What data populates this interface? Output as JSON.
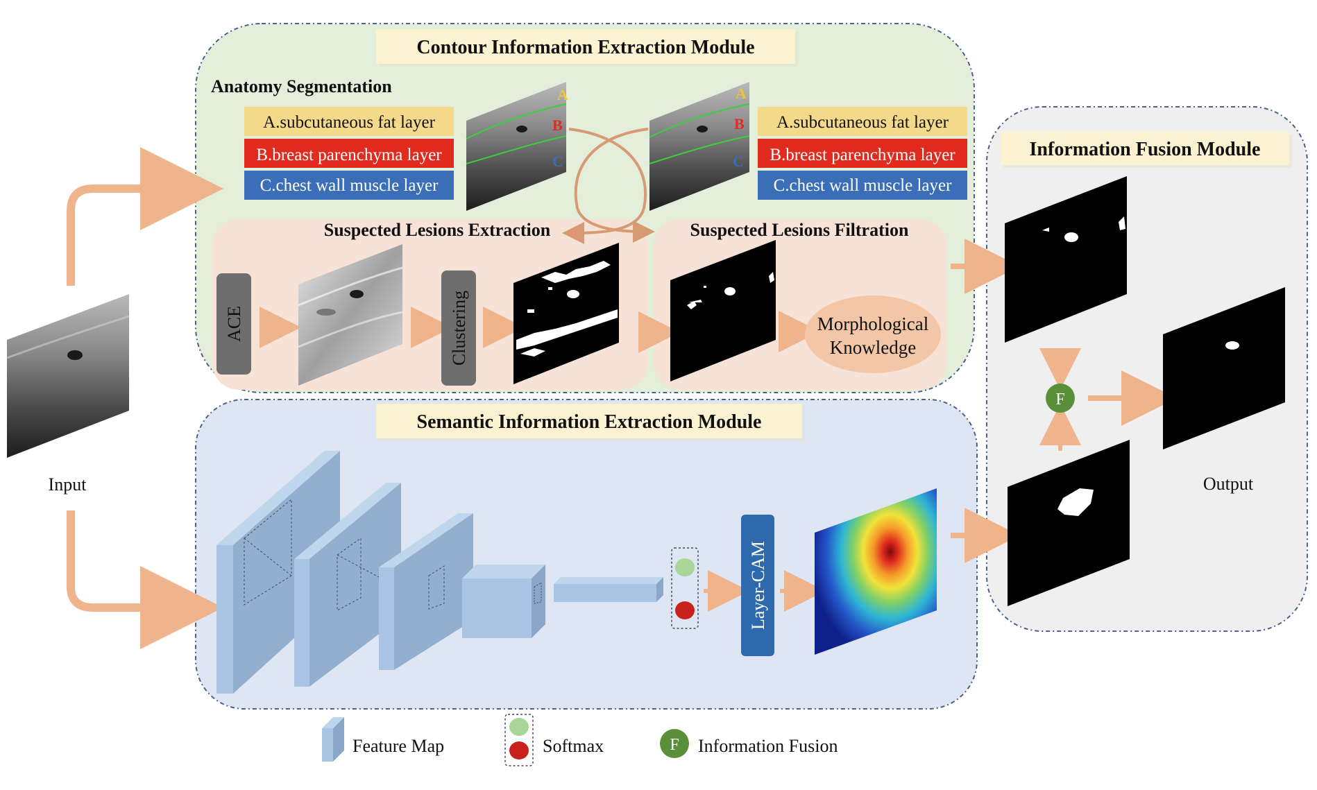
{
  "modules": {
    "contour": {
      "title": "Contour Information Extraction Module",
      "anatomy_title": "Anatomy Segmentation",
      "layers": [
        {
          "label": "A.subcutaneous  fat  layer",
          "color": "#f5d98b"
        },
        {
          "label": "B.breast  parenchyma  layer",
          "color": "#e12b1f"
        },
        {
          "label": "C.chest  wall  muscle  layer",
          "color": "#3a6fb8"
        }
      ],
      "layer_letters": [
        "A",
        "B",
        "C"
      ],
      "extraction_title": "Suspected Lesions Extraction",
      "filtration_title": "Suspected Lesions Filtration",
      "ace_label": "ACE",
      "clustering_label": "Clustering",
      "morph_line1": "Morphological",
      "morph_line2": "Knowledge"
    },
    "semantic": {
      "title": "Semantic Information Extraction Module",
      "layercam_label": "Layer-CAM"
    },
    "fusion": {
      "title": "Information Fusion Module",
      "fusion_symbol": "F"
    }
  },
  "io": {
    "input_label": "Input",
    "output_label": "Output"
  },
  "legend": {
    "feature_map": "Feature Map",
    "softmax": "Softmax",
    "fusion_symbol": "F",
    "information_fusion": "Information Fusion"
  },
  "colors": {
    "contour_bg": "#e3eedb",
    "semantic_bg": "#dde6f2",
    "fusion_bg": "#efefef",
    "pink_bg": "#f6e2d6",
    "title_box": "#fbf2d2",
    "arrow": "#efb48c",
    "feature_block": "#a9c5e3",
    "fusion_circle": "#5a8f3a",
    "softmax_green": "#a8d598",
    "softmax_red": "#c8211b",
    "grey_box": "#6e6e6e",
    "layercam_box": "#2f69ad",
    "morph_ellipse": "#f2c6a6"
  }
}
